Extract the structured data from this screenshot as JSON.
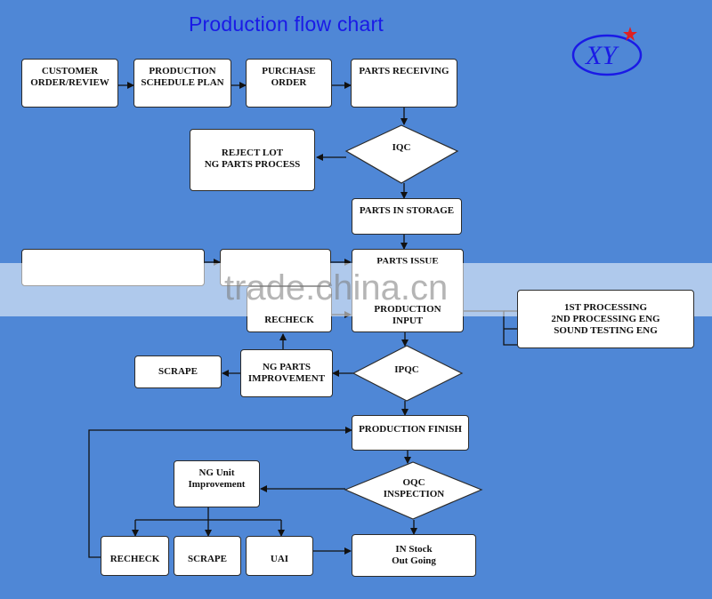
{
  "title": "Production flow chart",
  "logo_text": "XY",
  "watermark": "trade.china.cn",
  "nodes": {
    "customer_order": [
      "CUSTOMER",
      "ORDER/REVIEW"
    ],
    "production_schedule": [
      "PRODUCTION",
      "SCHEDULE PLAN"
    ],
    "purchase_order": [
      "PURCHASE",
      "ORDER"
    ],
    "parts_receiving": [
      "PARTS RECEIVING"
    ],
    "reject_lot": [
      "REJECT LOT",
      "NG PARTS PROCESS"
    ],
    "iqc": "IQC",
    "parts_in_storage": [
      "PARTS IN STORAGE"
    ],
    "parts_issue": [
      "PARTS ISSUE"
    ],
    "production_input": [
      "PRODUCTION INPUT"
    ],
    "processing": [
      "1ST PROCESSING",
      "2ND PROCESSING ENG",
      "SOUND TESTING ENG"
    ],
    "recheck_top": [
      "RECHECK"
    ],
    "ipqc": "IPQC",
    "ng_parts_improvement": [
      "NG PARTS",
      "IMPROVEMENT"
    ],
    "scrape_top": [
      "SCRAPE"
    ],
    "production_finish": [
      "PRODUCTION FINISH"
    ],
    "oqc": [
      "OQC",
      "INSPECTION"
    ],
    "ng_unit_improvement": [
      "NG Unit",
      "Improvement"
    ],
    "recheck_bottom": [
      "RECHECK"
    ],
    "scrape_bottom": [
      "SCRAPE"
    ],
    "uai": [
      "UAI"
    ],
    "in_stock": [
      "IN Stock",
      "Out Going"
    ]
  },
  "colors": {
    "background": "#4f87d6",
    "title": "#1a1ae6",
    "logo": "#1a1ae6",
    "logo_star": "#e02020"
  }
}
